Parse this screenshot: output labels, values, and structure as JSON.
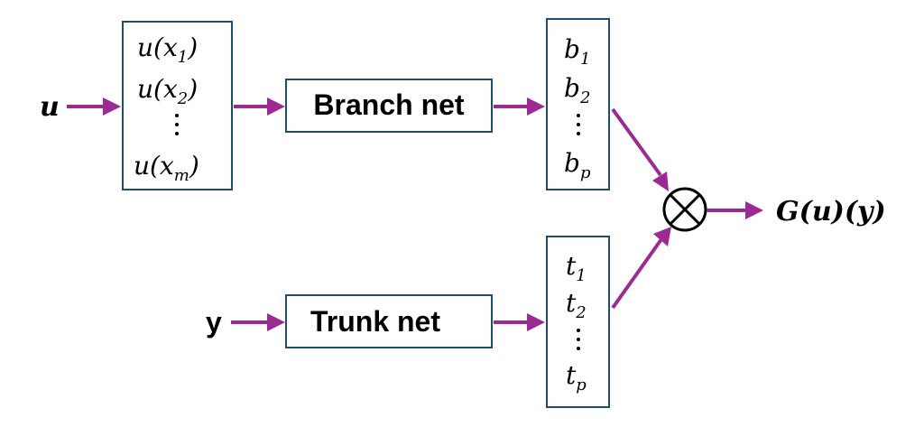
{
  "inputs": {
    "u": "u",
    "y": "y"
  },
  "sensor_values": {
    "items": [
      {
        "base": "u(x",
        "sub": "1",
        "close": ")"
      },
      {
        "base": "u(x",
        "sub": "2",
        "close": ")"
      },
      {
        "base": "u(x",
        "sub": "m",
        "close": ")"
      }
    ]
  },
  "networks": {
    "branch": "Branch net",
    "trunk": "Trunk net"
  },
  "branch_outputs": {
    "items": [
      {
        "base": "b",
        "sub": "1"
      },
      {
        "base": "b",
        "sub": "2"
      },
      {
        "base": "b",
        "sub": "p"
      }
    ]
  },
  "trunk_outputs": {
    "items": [
      {
        "base": "t",
        "sub": "1"
      },
      {
        "base": "t",
        "sub": "2"
      },
      {
        "base": "t",
        "sub": "p"
      }
    ]
  },
  "operator": {
    "symbol_icon": "otimes-icon"
  },
  "output": {
    "label": "G(u)(y)"
  },
  "colors": {
    "arrow": "#9b2a93",
    "box_border": "#1f4e6b"
  }
}
